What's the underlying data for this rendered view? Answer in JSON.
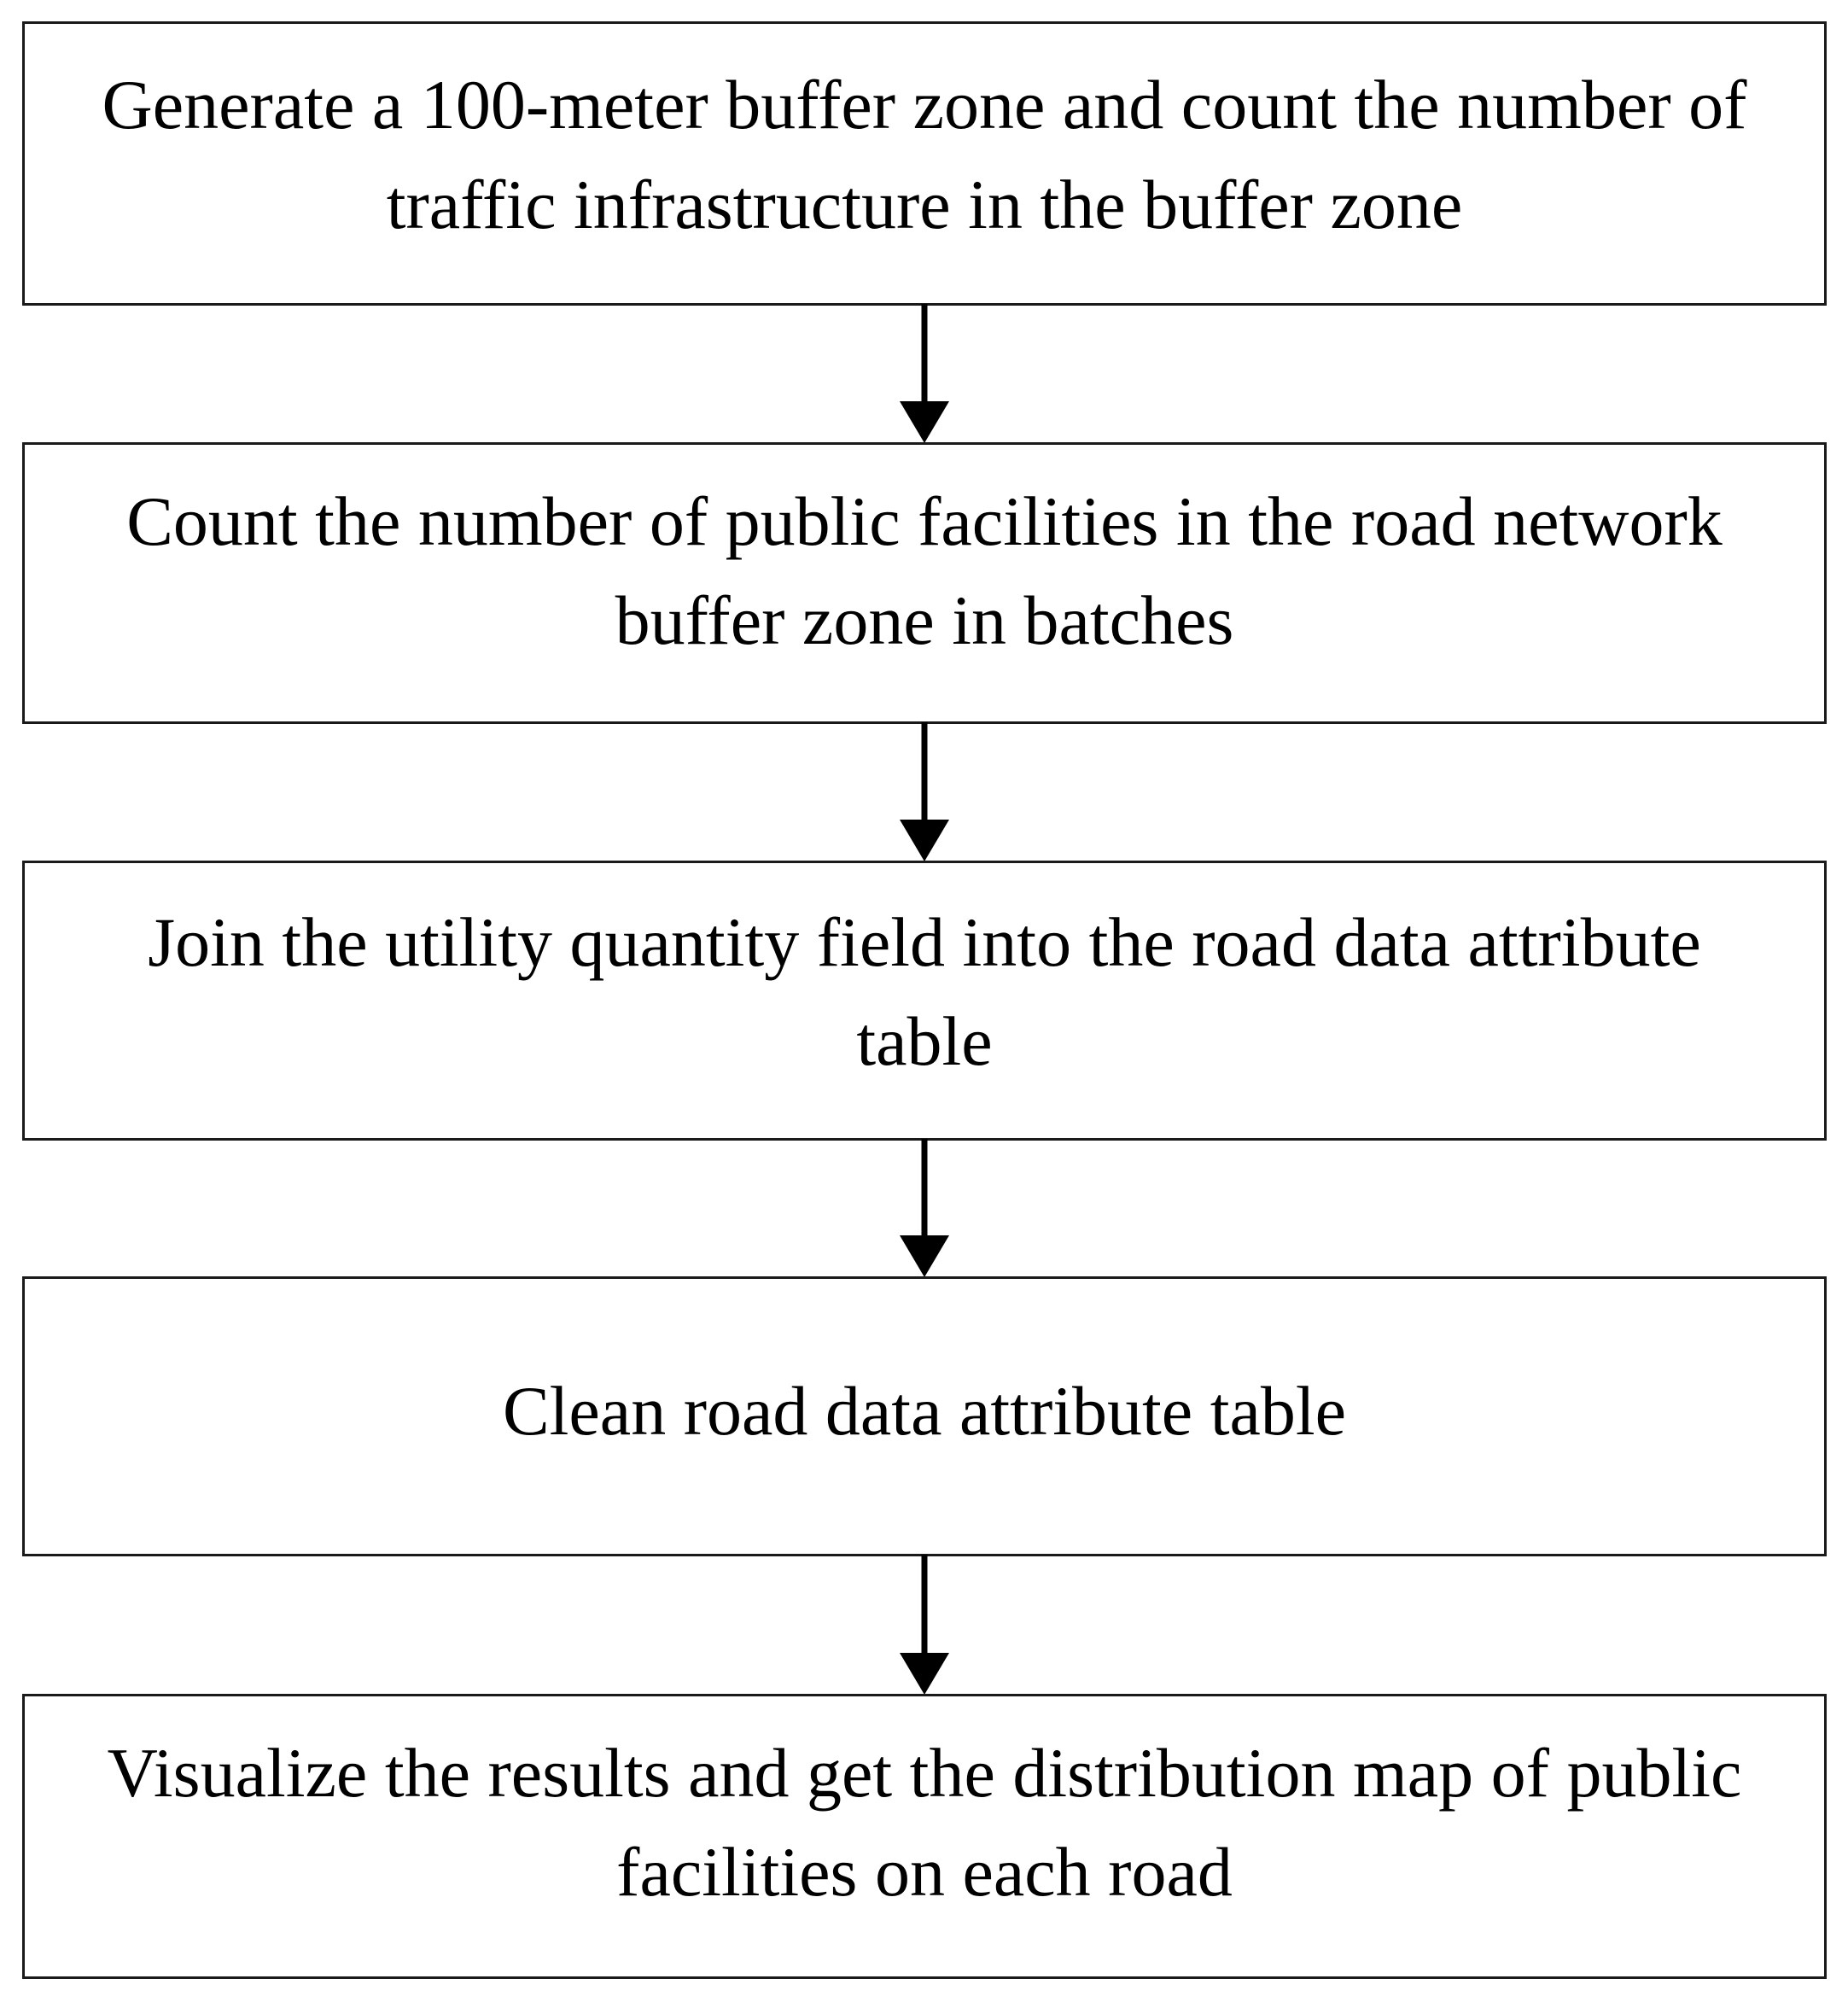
{
  "diagram": {
    "type": "flowchart",
    "orientation": "vertical",
    "title": "",
    "style": {
      "box_border_color": "#1a1a1a",
      "box_fill_color": "#ffffff",
      "text_color": "#000000",
      "arrow_color": "#000000",
      "background_color": "#ffffff"
    },
    "nodes": [
      {
        "id": "node-1",
        "order": 1,
        "shape": "rectangle",
        "text": "Generate a 100-meter buffer zone and count the number of traffic infrastructure in the buffer zone",
        "lines": [
          "Generate a  100-meter buffer zone and count the number",
          "of traffic infrastructure in the buffer zone"
        ]
      },
      {
        "id": "node-2",
        "order": 2,
        "shape": "rectangle",
        "text": "Count the number of public facilities in the road network buffer zone in batches",
        "lines": [
          "Count the number of public facilities in the road network",
          "buffer zone in batches"
        ]
      },
      {
        "id": "node-3",
        "order": 3,
        "shape": "rectangle",
        "text": "Join the utility quantity field into the road data attribute table",
        "lines": [
          "Join the utility quantity field into the road data attribute",
          "table"
        ]
      },
      {
        "id": "node-4",
        "order": 4,
        "shape": "rectangle",
        "text": "Clean road data attribute table",
        "lines": [
          "Clean road data attribute table"
        ]
      },
      {
        "id": "node-5",
        "order": 5,
        "shape": "rectangle",
        "text": "Visualize the results and get the distribution map of public facilities on each road",
        "lines": [
          "Visualize the results and get the distribution map of",
          "public facilities on each road"
        ]
      }
    ],
    "connectors": [
      {
        "id": "conn-1",
        "from": "node-1",
        "to": "node-2",
        "direction": "down",
        "arrowhead": "filled-triangle",
        "label": ""
      },
      {
        "id": "conn-2",
        "from": "node-2",
        "to": "node-3",
        "direction": "down",
        "arrowhead": "filled-triangle",
        "label": ""
      },
      {
        "id": "conn-3",
        "from": "node-3",
        "to": "node-4",
        "direction": "down",
        "arrowhead": "filled-triangle",
        "label": ""
      },
      {
        "id": "conn-4",
        "from": "node-4",
        "to": "node-5",
        "direction": "down",
        "arrowhead": "filled-triangle",
        "label": ""
      }
    ]
  }
}
